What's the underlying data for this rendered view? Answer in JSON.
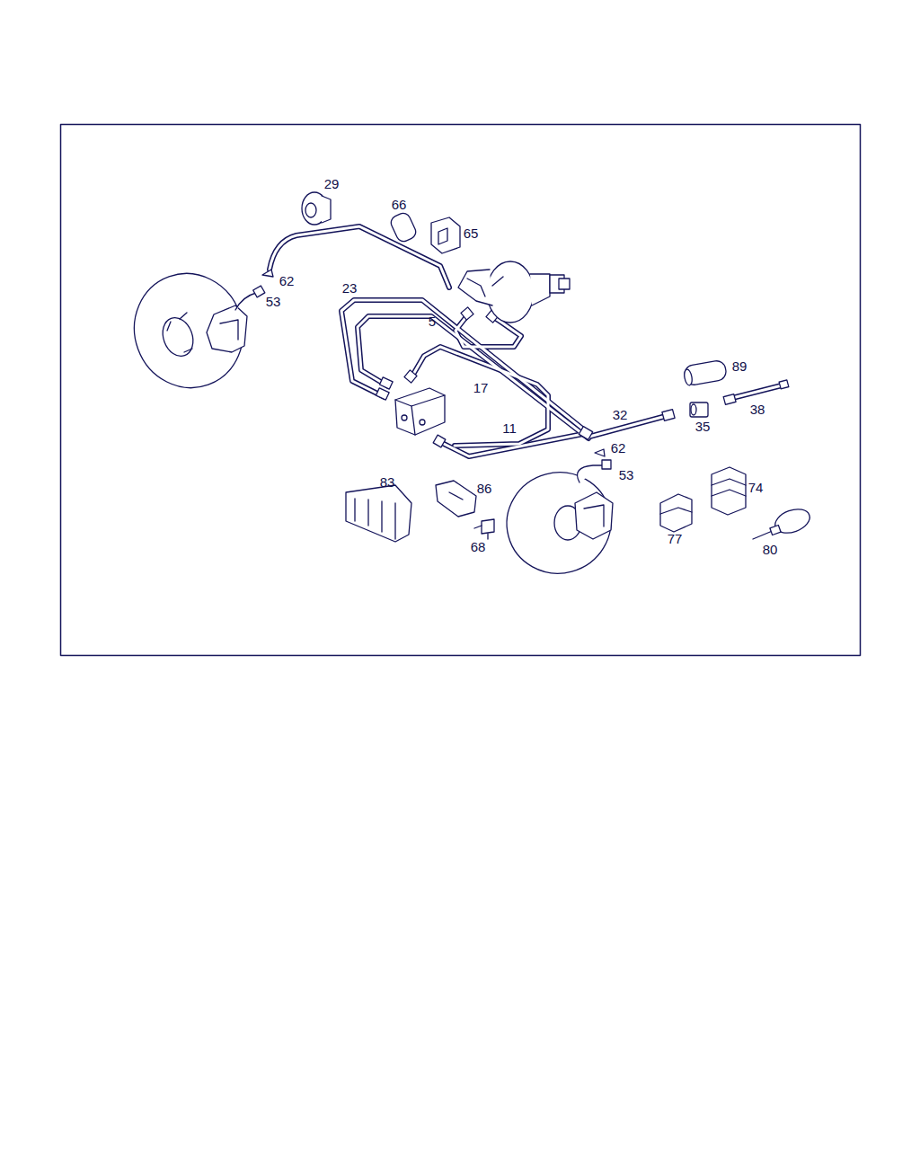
{
  "diagram": {
    "labels": [
      "29",
      "66",
      "65",
      "62",
      "23",
      "53",
      "5",
      "89",
      "17",
      "32",
      "38",
      "11",
      "35",
      "62",
      "53",
      "83",
      "86",
      "74",
      "68",
      "77",
      "80"
    ]
  }
}
